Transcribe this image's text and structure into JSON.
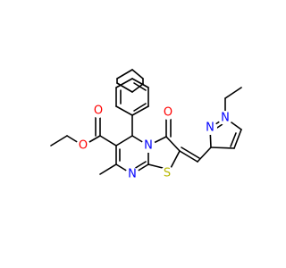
{
  "molecule": {
    "atoms": {
      "o_carbonyl_ester": {
        "symbol": "O",
        "color": "#ff0000"
      },
      "o_ether_ester": {
        "symbol": "O",
        "color": "#ff0000"
      },
      "o_ring_ketone": {
        "symbol": "O",
        "color": "#ff0000"
      },
      "n_ring_fused": {
        "symbol": "N",
        "color": "#0000ff"
      },
      "n_ring_pyrimidine": {
        "symbol": "N",
        "color": "#0000ff"
      },
      "s_ring_thiazole": {
        "symbol": "S",
        "color": "#b8b800"
      },
      "n_pyrazole_1": {
        "symbol": "N",
        "color": "#0000ff"
      },
      "n_pyrazole_2": {
        "symbol": "N",
        "color": "#0000ff"
      }
    }
  }
}
